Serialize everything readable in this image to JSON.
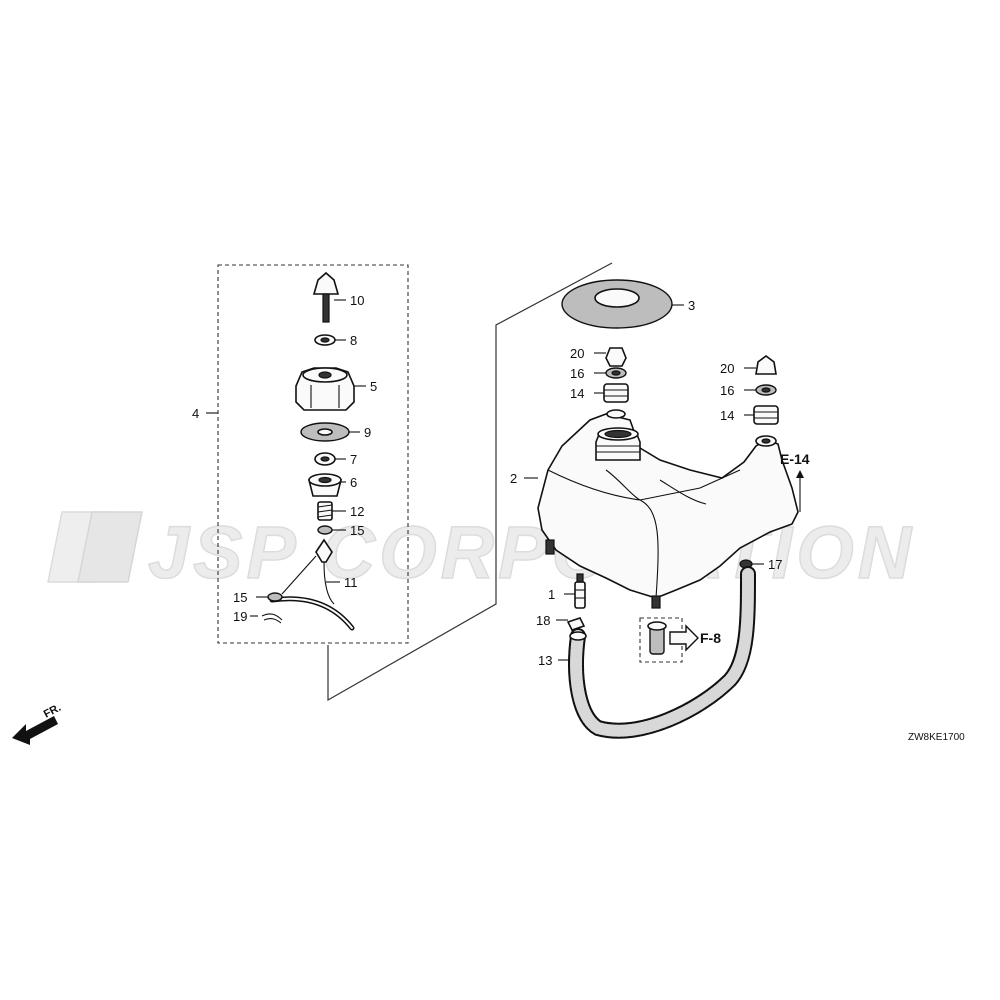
{
  "watermark": "JSP CORPORATION",
  "diagram_code": "ZW8KE1700",
  "front_indicator": "FR.",
  "references": {
    "e14": "E-14",
    "f8": "F-8"
  },
  "callouts": {
    "p1": "1",
    "p2": "2",
    "p3": "3",
    "p4": "4",
    "p5": "5",
    "p6": "6",
    "p7": "7",
    "p8": "8",
    "p9": "9",
    "p10": "10",
    "p11": "11",
    "p12": "12",
    "p13": "13",
    "p14a": "14",
    "p14b": "14",
    "p15a": "15",
    "p15b": "15",
    "p16a": "16",
    "p16b": "16",
    "p17": "17",
    "p18": "18",
    "p19": "19",
    "p20a": "20",
    "p20b": "20"
  }
}
